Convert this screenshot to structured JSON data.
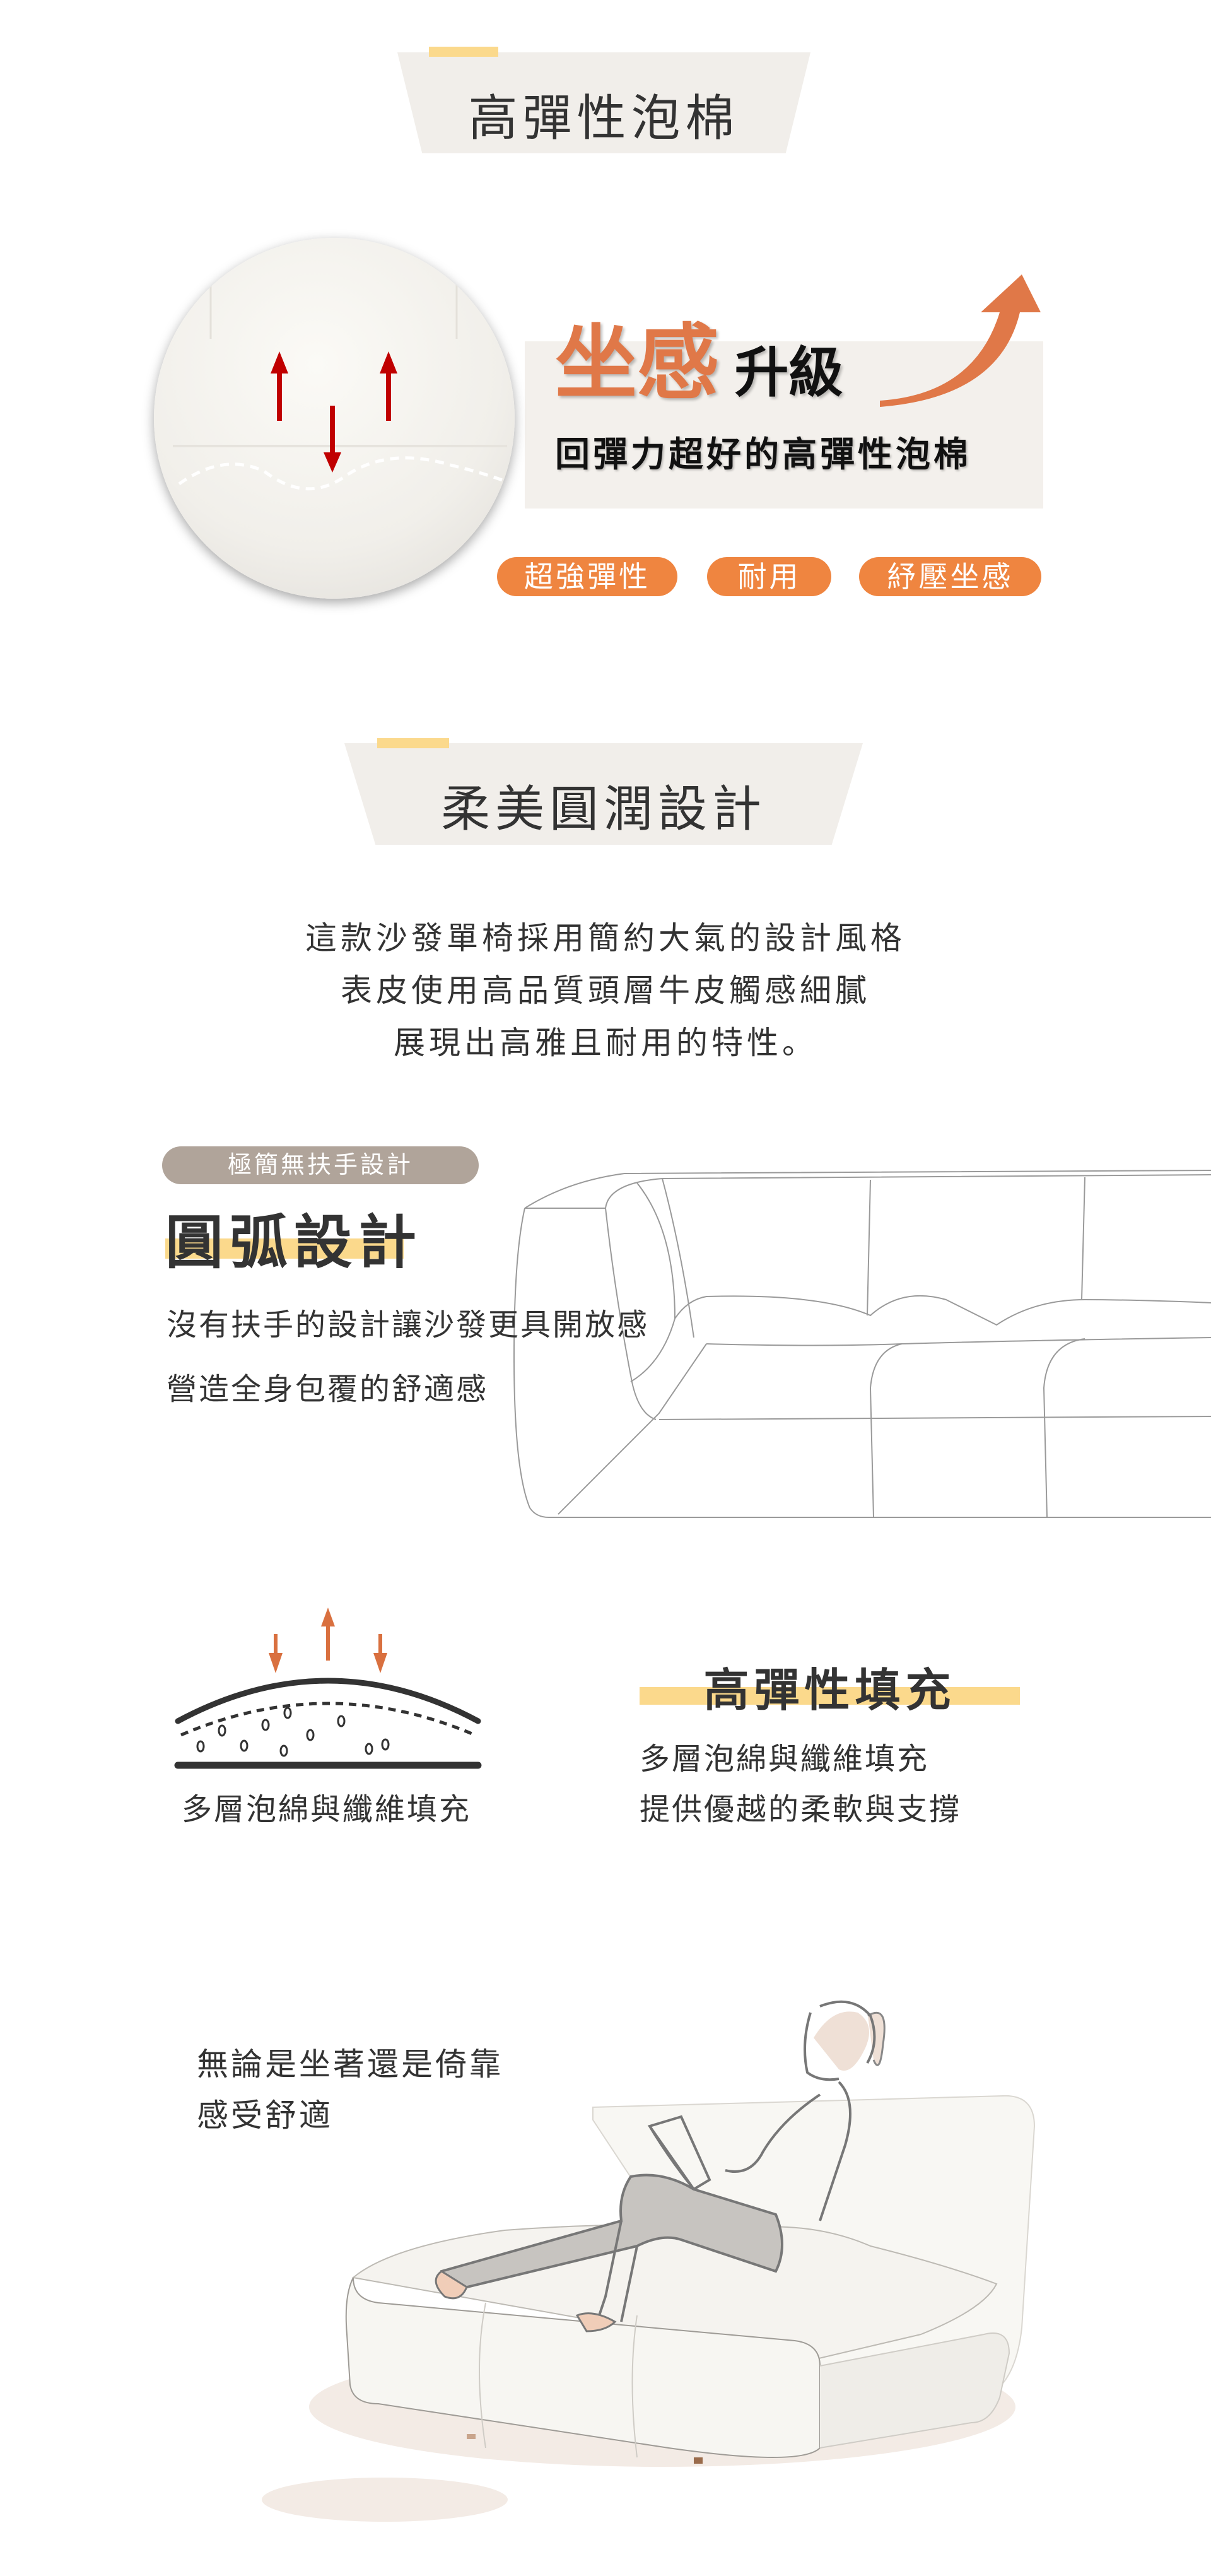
{
  "section1": {
    "title": "高彈性泡棉",
    "headline_accent": "坐感",
    "headline_rest": "升級",
    "subtitle": "回彈力超好的高彈性泡棉",
    "tags": [
      "超強彈性",
      "耐用",
      "紓壓坐感"
    ],
    "colors": {
      "accent": "#e07848",
      "pill": "#ef8540",
      "arrow_red": "#c00000"
    }
  },
  "section2": {
    "title": "柔美圓潤設計",
    "paragraph": [
      "這款沙發單椅採用簡約大氣的設計風格",
      "表皮使用高品質頭層牛皮觸感細膩",
      "展現出高雅且耐用的特性。"
    ]
  },
  "section3": {
    "tag": "極簡無扶手設計",
    "title": "圓弧設計",
    "lines": [
      "沒有扶手的設計讓沙發更具開放感",
      "營造全身包覆的舒適感"
    ]
  },
  "section4": {
    "caption": "多層泡綿與纖維填充",
    "title": "高彈性填充",
    "lines": [
      "多層泡綿與纖維填充",
      "提供優越的柔軟與支撐"
    ]
  },
  "section5": {
    "lines": [
      "無論是坐著還是倚靠",
      "感受舒適"
    ]
  }
}
